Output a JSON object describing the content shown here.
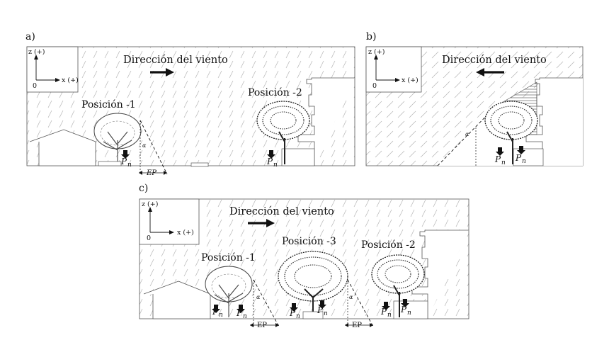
{
  "panels": [
    {
      "label": "a)",
      "wind_text": "Dirección del viento",
      "axis_z": "z (+)",
      "axis_x": "x (+)",
      "origin": "0",
      "positions": [
        "Posición -1",
        "Posición -2"
      ],
      "alpha": "α",
      "ep": "EP",
      "pn": "P",
      "pn_sub": "n"
    },
    {
      "label": "b)",
      "wind_text": "Dirección del viento",
      "axis_z": "z (+)",
      "axis_x": "x (+)",
      "origin": "0",
      "alpha": "α",
      "pn": "P",
      "pn_sub": "n"
    },
    {
      "label": "c)",
      "wind_text": "Dirección del viento",
      "axis_z": "z (+)",
      "axis_x": "x (+)",
      "origin": "0",
      "positions": [
        "Posición -1",
        "Posición -3",
        "Posición -2"
      ],
      "alpha": "α",
      "ep": "EP",
      "pn": "P",
      "pn_sub": "n"
    }
  ]
}
